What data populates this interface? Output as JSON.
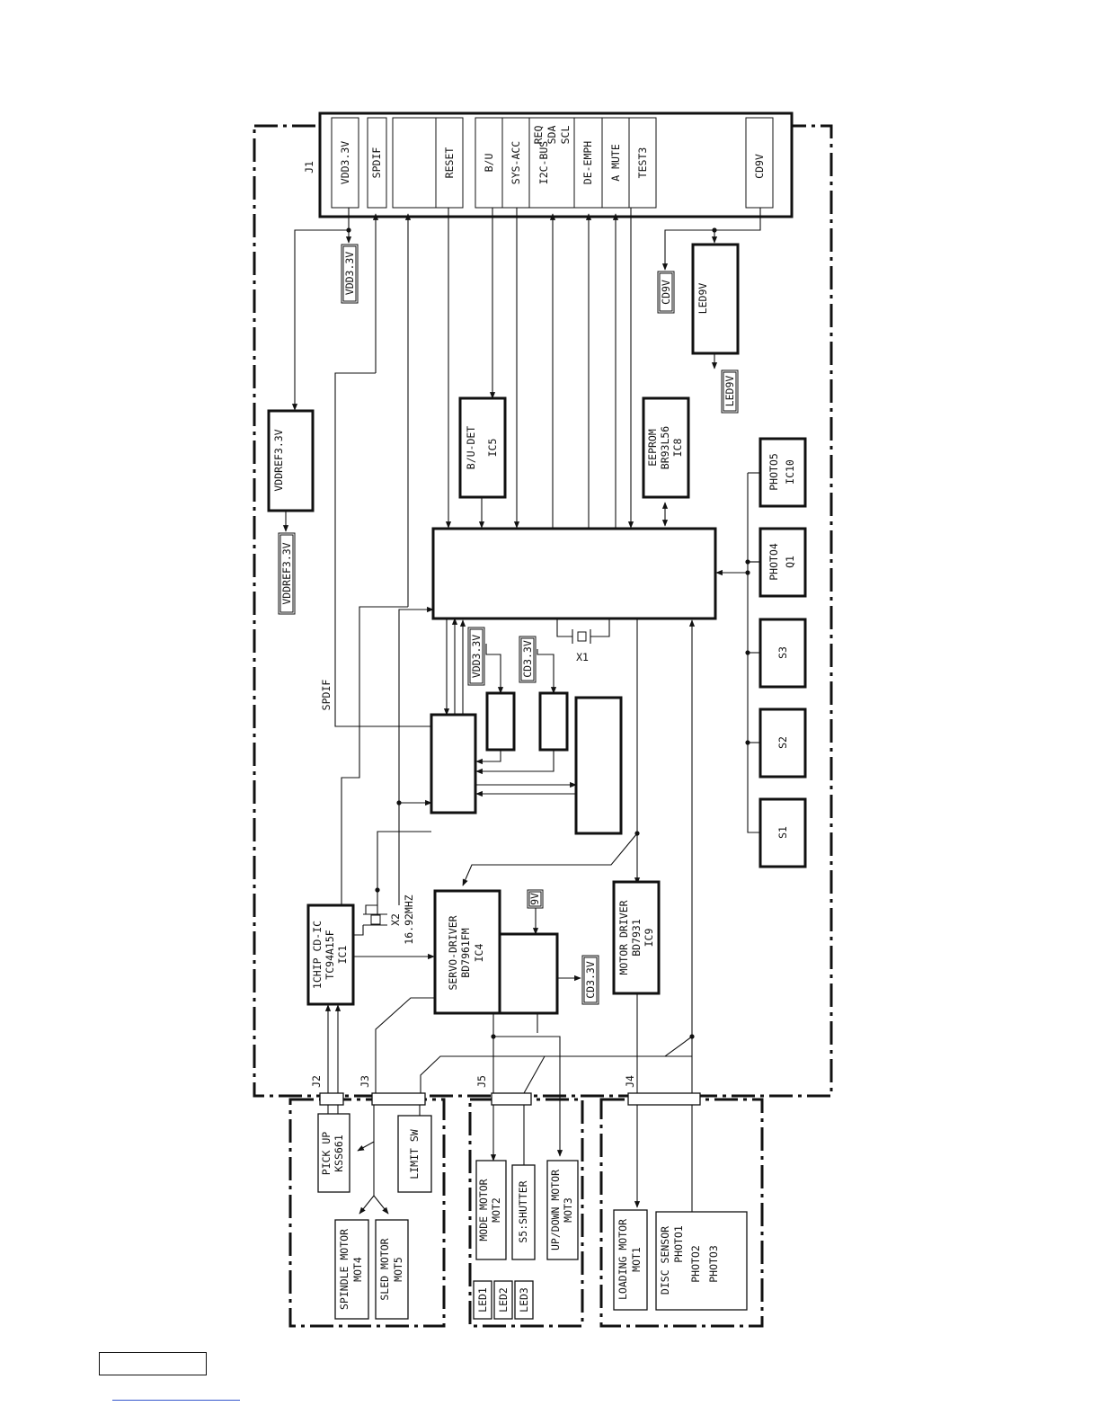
{
  "diagram": {
    "j1": {
      "label": "J1",
      "pins": {
        "vdd": "VDD3.3V",
        "spdif": "SPDIF",
        "reset": "RESET",
        "bu": "B/U",
        "sysacc": "SYS-ACC",
        "i2c": "I2C-BUS",
        "req": "REQ",
        "sda": "SDA",
        "scl": "SCL",
        "deemph": "DE-EMPH",
        "amute": "A MUTE",
        "test3": "TEST3",
        "cd9v": "CD9V"
      }
    },
    "tags": {
      "vdd_a": "VDD3.3V",
      "vddref": "VDDREF3.3V",
      "cd9v": "CD9V",
      "led9v": "LED9V",
      "vdd_b": "VDD3.3V",
      "cd33_a": "CD3.3V",
      "v9": "9V",
      "cd33_b": "CD3.3V"
    },
    "blocks": {
      "vddref_line1": "VDDREF3.3V",
      "led9v_line1": "LED9V",
      "budet_line1": "B/U-DET",
      "budet_line2": "IC5",
      "eeprom_line1": "EEPROM",
      "eeprom_line2": "BR93L56",
      "eeprom_line3": "IC8",
      "photo5_line1": "PHOTO5",
      "photo5_line2": "IC10",
      "photo4_line1": "PHOTO4",
      "photo4_line2": "Q1",
      "s3": "S3",
      "s2": "S2",
      "s1": "S1",
      "x1": "X1",
      "spdif_label": "SPDIF",
      "cdic_line1": "1CHIP CD-IC",
      "cdic_line2": "TC94A15F",
      "cdic_line3": "IC1",
      "x2_line1": "X2",
      "x2_line2": "16.92MHZ",
      "servo_line1": "SERVO-DRIVER",
      "servo_line2": "BD7961FM",
      "servo_line3": "IC4",
      "motor_line1": "MOTOR DRIVER",
      "motor_line2": "BD7931",
      "motor_line3": "IC9"
    },
    "connectors": {
      "j2": "J2",
      "j3": "J3",
      "j5": "J5",
      "j4": "J4"
    },
    "external": {
      "pickup_line1": "PICK UP",
      "pickup_line2": "KSS661",
      "limit_sw": "LIMIT SW",
      "spindle_line1": "SPINDLE MOTOR",
      "spindle_line2": "MOT4",
      "sled_line1": "SLED   MOTOR",
      "sled_line2": "MOT5",
      "mode_line1": "MODE   MOTOR",
      "mode_line2": "MOT2",
      "shutter": "S5:SHUTTER",
      "updown_line1": "UP/DOWN MOTOR",
      "updown_line2": "MOT3",
      "led1": "LED1",
      "led2": "LED2",
      "led3": "LED3",
      "loading_line1": "LOADING MOTOR",
      "loading_line2": "MOT1",
      "disc_line1": "DISC   SENSOR",
      "disc_line2": "PHOTO1",
      "disc_line3": "PHOTO2",
      "disc_line4": "PHOTO3"
    }
  }
}
